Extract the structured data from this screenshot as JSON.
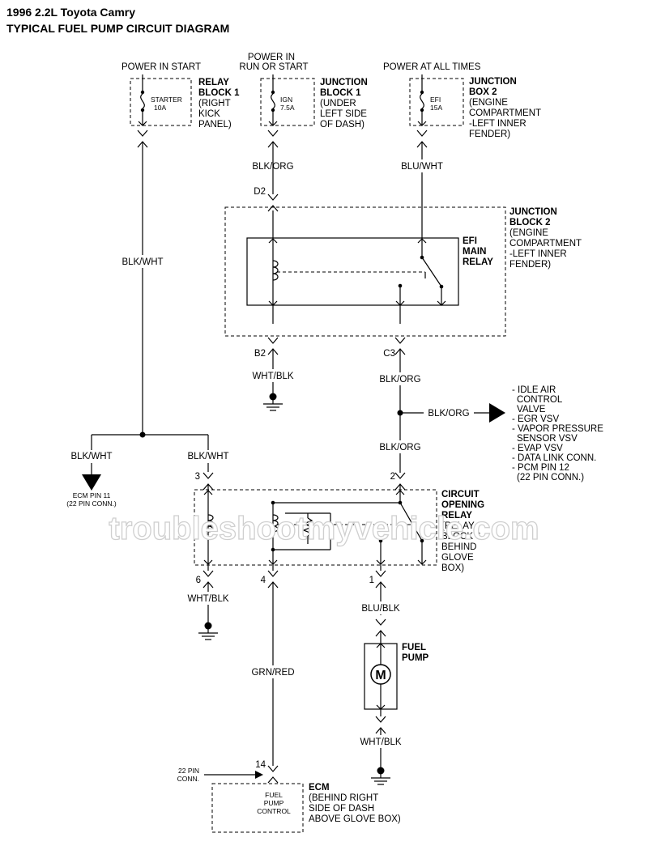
{
  "title": {
    "line1": "1996 2.2L Toyota Camry",
    "line2": "TYPICAL FUEL PUMP CIRCUIT DIAGRAM"
  },
  "power": {
    "start": "POWER IN START",
    "run_line1": "POWER IN",
    "run_line2": "RUN OR START",
    "all_times": "POWER AT ALL TIMES"
  },
  "fuses": {
    "starter": {
      "name": "STARTER",
      "rating": "10A"
    },
    "ign": {
      "name": "IGN",
      "rating": "7.5A"
    },
    "efi": {
      "name": "EFI",
      "rating": "15A"
    }
  },
  "boxes": {
    "relay_block_1": {
      "title1": "RELAY",
      "title2": "BLOCK 1",
      "desc": [
        "(RIGHT",
        "KICK",
        "PANEL)"
      ]
    },
    "junction_block_1": {
      "title1": "JUNCTION",
      "title2": "BLOCK 1",
      "desc": [
        "(UNDER",
        "LEFT SIDE",
        "OF DASH)"
      ]
    },
    "junction_box_2": {
      "title1": "JUNCTION",
      "title2": "BOX 2",
      "desc": [
        "(ENGINE",
        "COMPARTMENT",
        "-LEFT INNER",
        "FENDER)"
      ]
    },
    "junction_block_2": {
      "title1": "JUNCTION",
      "title2": "BLOCK 2",
      "desc": [
        "(ENGINE",
        "COMPARTMENT",
        "-LEFT INNER",
        "FENDER)"
      ]
    },
    "efi_main_relay": {
      "lines": [
        "EFI",
        "MAIN",
        "RELAY"
      ]
    },
    "circuit_opening_relay": {
      "title": [
        "CIRCUIT",
        "OPENING",
        "RELAY"
      ],
      "desc": [
        "(RELAY",
        "BLOCK 6 -",
        "BEHIND",
        "GLOVE",
        "BOX)"
      ]
    },
    "fuel_pump": {
      "lines": [
        "FUEL",
        "PUMP"
      ],
      "motor": "M"
    },
    "ecm": {
      "title": "ECM",
      "desc": [
        "(BEHIND RIGHT",
        "SIDE OF DASH",
        "ABOVE GLOVE BOX)"
      ],
      "inner": [
        "FUEL",
        "PUMP",
        "CONTROL"
      ]
    }
  },
  "wires": {
    "blk_org_top": "BLK/ORG",
    "blu_wht": "BLU/WHT",
    "blk_wht_main": "BLK/WHT",
    "wht_blk_b2": "WHT/BLK",
    "blk_org_c3": "BLK/ORG",
    "blk_org_branch": "BLK/ORG",
    "blk_org_lower": "BLK/ORG",
    "blk_wht_left": "BLK/WHT",
    "blk_wht_right": "BLK/WHT",
    "wht_blk_pin6": "WHT/BLK",
    "blu_blk": "BLU/BLK",
    "grn_red": "GRN/RED",
    "wht_blk_pump": "WHT/BLK"
  },
  "pins": {
    "d2": "D2",
    "b2": "B2",
    "c3": "C3",
    "p3": "3",
    "p2": "2",
    "p6": "6",
    "p4": "4",
    "p1": "1",
    "p14": "14"
  },
  "ecm_pin11": [
    "ECM PIN 11",
    "(22 PIN CONN.)"
  ],
  "conn_22pin": [
    "22 PIN",
    "CONN."
  ],
  "loads_list": [
    "- IDLE AIR",
    "CONTROL",
    "VALVE",
    "- EGR VSV",
    "- VAPOR PRESSURE",
    "SENSOR VSV",
    "- EVAP VSV",
    "- DATA LINK CONN.",
    "- PCM PIN 12",
    "(22 PIN CONN.)"
  ],
  "watermark": "troubleshootmyvehicle.com"
}
